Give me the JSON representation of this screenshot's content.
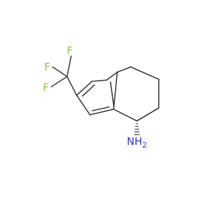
{
  "molecule": {
    "atoms": {
      "f_top": "F",
      "f_left": "F",
      "f_bottom": "F",
      "amine": "NH",
      "amine_h_count": "2"
    },
    "colors": {
      "bond": "#3a3a3a",
      "fluorine": "#8dc63f",
      "nitrogen": "#2f2fc8"
    }
  }
}
